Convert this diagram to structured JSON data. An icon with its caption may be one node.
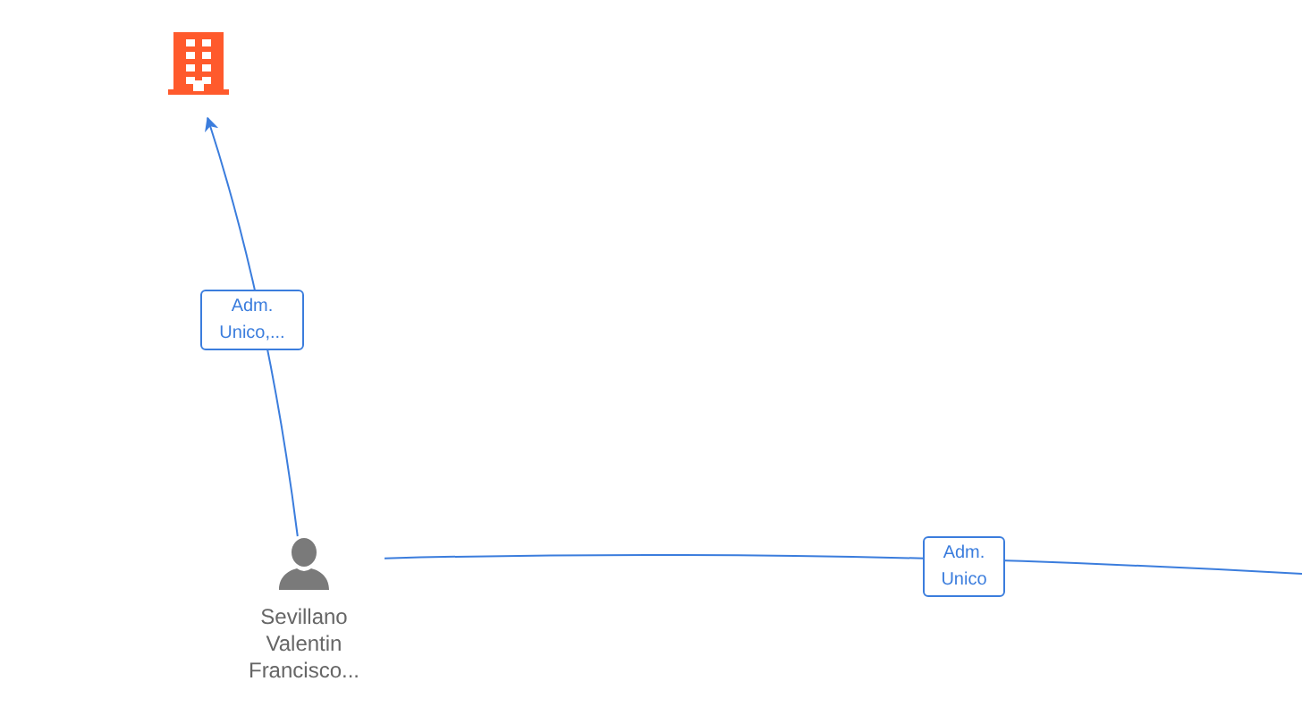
{
  "diagram": {
    "nodes": [
      {
        "text": [],
        "shape": "building"
      },
      {
        "text": [
          "Sevillano Valentin Francisco..."
        ]
      }
    ],
    "edges": [
      {
        "from": 1,
        "to": 0,
        "arrow": "to",
        "label": "Adm. Unico,..."
      },
      {
        "from": 1,
        "to": null,
        "arrow": "none",
        "label": "Adm. Unico"
      }
    ]
  }
}
